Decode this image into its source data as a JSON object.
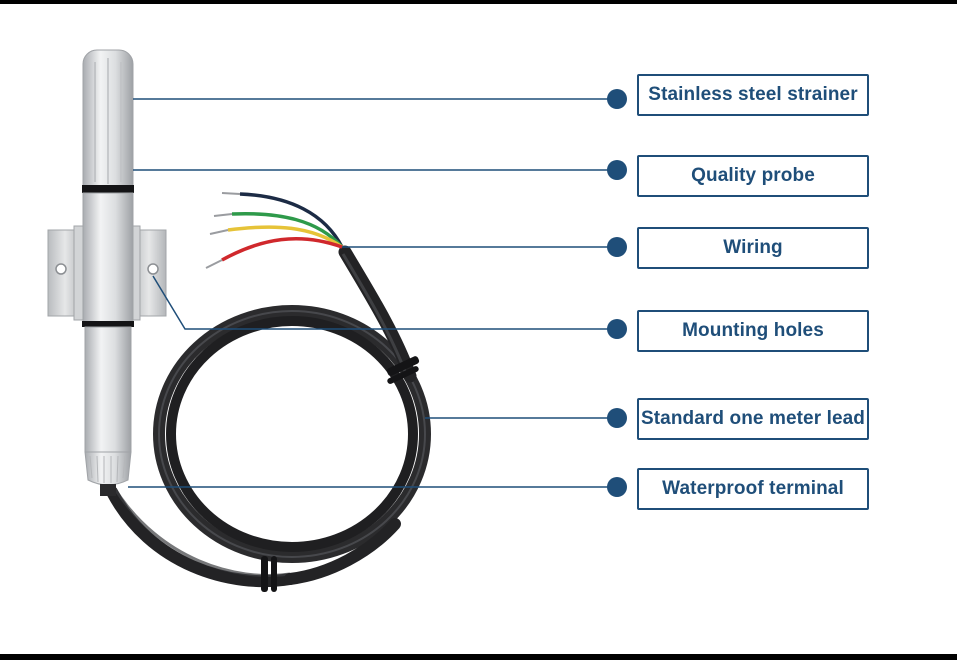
{
  "diagram": {
    "accent_color": "#1f4e79",
    "callouts": [
      {
        "label": "Stainless steel strainer",
        "icon": "strainer-part"
      },
      {
        "label": "Quality probe",
        "icon": "probe-body-part"
      },
      {
        "label": "Wiring",
        "icon": "colored-wires-part"
      },
      {
        "label": "Mounting holes",
        "icon": "mounting-bracket-part"
      },
      {
        "label": "Standard one meter lead",
        "icon": "cable-coil-part"
      },
      {
        "label": "Waterproof terminal",
        "icon": "cable-gland-part"
      }
    ],
    "wire_colors": [
      "#1c2b45",
      "#2e9a4a",
      "#e6c338",
      "#d0282c"
    ]
  }
}
